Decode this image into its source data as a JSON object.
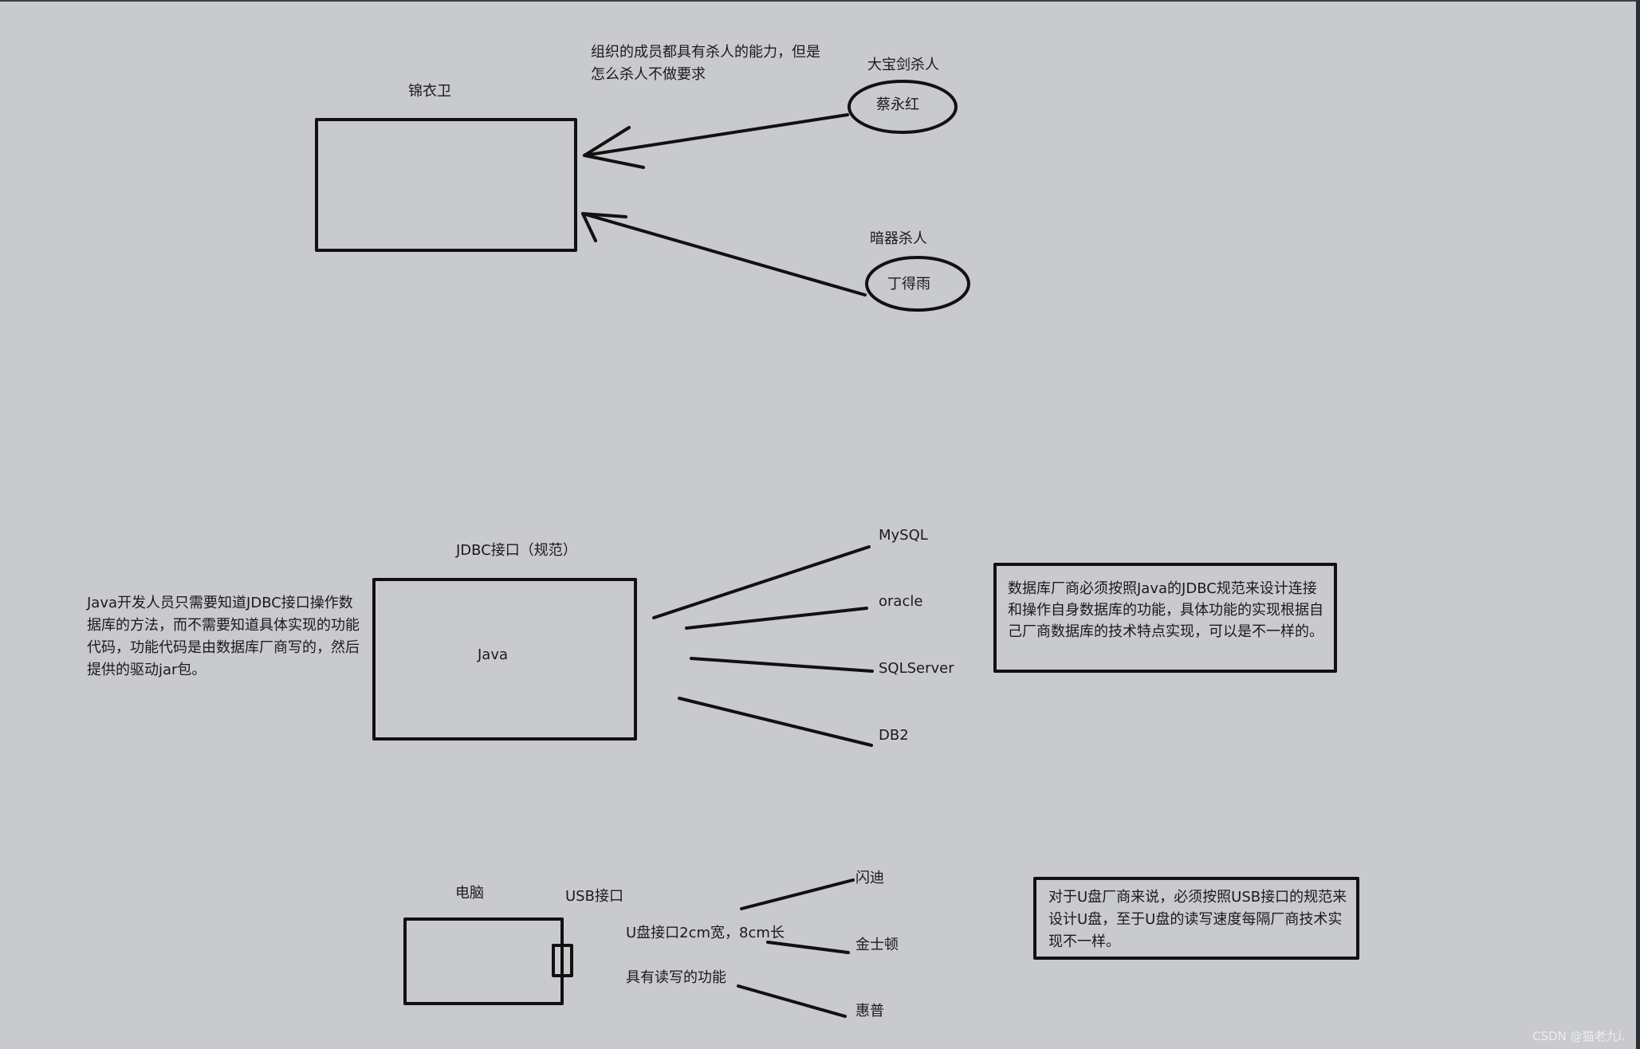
{
  "top_section": {
    "organization_label": "锦衣卫",
    "note": "组织的成员都具有杀人的能力，但是怎么杀人不做要求",
    "member1": {
      "role": "大宝剑杀人",
      "name": "蔡永红"
    },
    "member2": {
      "role": "暗器杀人",
      "name": "丁得雨"
    }
  },
  "jdbc_section": {
    "box_title": "JDBC接口（规范）",
    "box_label": "Java",
    "left_note": "Java开发人员只需要知道JDBC接口操作数据库的方法，而不需要知道具体实现的功能代码，功能代码是由数据库厂商写的，然后提供的驱动jar包。",
    "databases": [
      "MySQL",
      "oracle",
      "SQLServer",
      "DB2"
    ],
    "right_note": "数据库厂商必须按照Java的JDBC规范来设计连接和操作自身数据库的功能，具体功能的实现根据自己厂商数据库的技术特点实现，可以是不一样的。"
  },
  "usb_section": {
    "computer_label": "电脑",
    "port_label": "USB接口",
    "spec_line1": "U盘接口2cm宽，8cm长",
    "spec_line2": "具有读写的功能",
    "brands": [
      "闪迪",
      "金士顿",
      "惠普"
    ],
    "right_note": "对于U盘厂商来说，必须按照USB接口的规范来设计U盘，至于U盘的读写速度每隔厂商技术实现不一样。"
  },
  "watermark": "CSDN @猫老九i.",
  "colors": {
    "background": "#c9cacd",
    "stroke": "#111111"
  }
}
